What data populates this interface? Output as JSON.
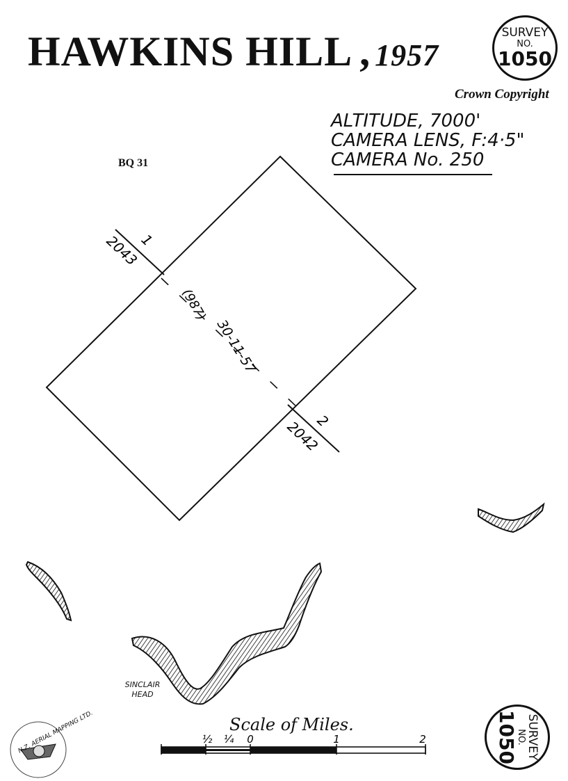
{
  "header": {
    "title": "HAWKINS HILL",
    "separator": ",",
    "year": "1957",
    "copyright": "Crown Copyright"
  },
  "survey_badge": {
    "label": "SURVEY",
    "no_label": "NO.",
    "number": "1050"
  },
  "camera_specs": {
    "altitude": "ALTITUDE, 7000'",
    "lens": "CAMERA LENS, F:4·5\"",
    "camera": "CAMERA No. 250"
  },
  "map": {
    "sheet_ref": "BQ 31",
    "flight_line": {
      "start_number": "1",
      "start_photo": "2043",
      "end_number": "2",
      "end_photo": "2042",
      "run_label": "(987)",
      "date": "30-11-57"
    },
    "place_label_line1": "SINCLAIR",
    "place_label_line2": "HEAD"
  },
  "scale": {
    "title": "Scale of Miles.",
    "ticks": [
      {
        "label": "½",
        "miles": -0.5
      },
      {
        "label": "¼",
        "miles": -0.25
      },
      {
        "label": "0",
        "miles": 0
      },
      {
        "label": "1",
        "miles": 1
      },
      {
        "label": "2",
        "miles": 2
      }
    ]
  },
  "logo": {
    "text": "N.Z. AERIAL MAPPING LTD."
  },
  "colors": {
    "ink": "#111111",
    "paper": "#ffffff"
  }
}
